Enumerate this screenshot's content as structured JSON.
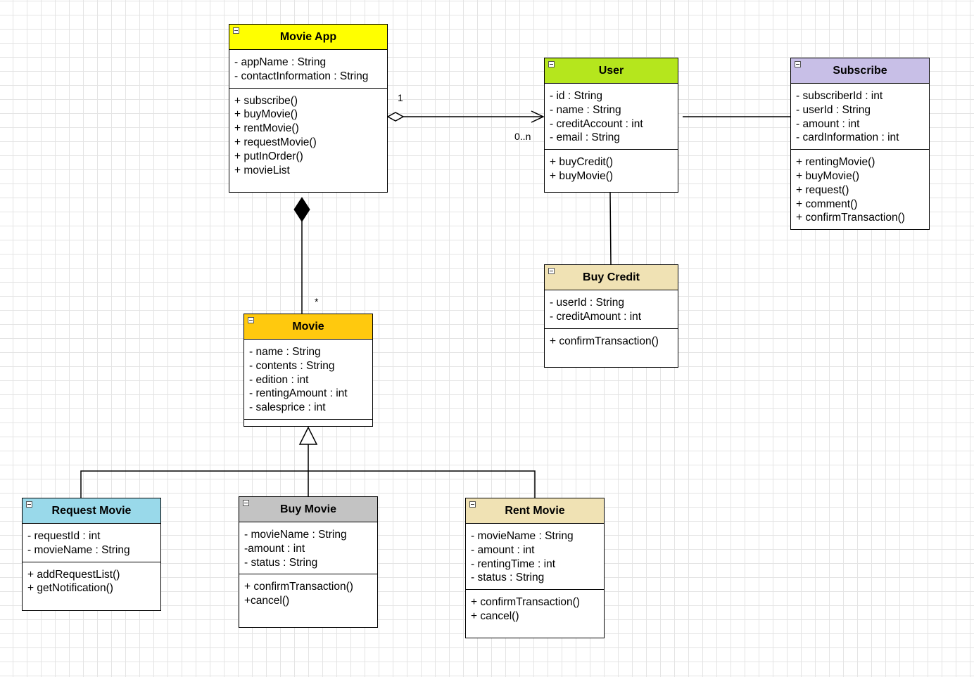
{
  "colors": {
    "grid": "#e4e4e4",
    "movie_app": "#ffff00",
    "user": "#b5e61d",
    "subscribe": "#c8bfe7",
    "buy_credit": "#f0e2b4",
    "movie": "#ffc90e",
    "request_movie": "#99d9ea",
    "buy_movie": "#c3c3c3",
    "rent_movie": "#f0e2b4"
  },
  "classes": {
    "movie_app": {
      "name": "Movie App",
      "attributes": [
        "- appName : String",
        "- contactInformation : String"
      ],
      "operations": [
        "+ subscribe()",
        "+ buyMovie()",
        "+ rentMovie()",
        "+ requestMovie()",
        "+ putInOrder()",
        "+ movieList"
      ]
    },
    "user": {
      "name": "User",
      "attributes": [
        "- id : String",
        "- name : String",
        "- creditAccount : int",
        "- email : String"
      ],
      "operations": [
        "+ buyCredit()",
        "+ buyMovie()"
      ]
    },
    "subscribe": {
      "name": "Subscribe",
      "attributes": [
        "- subscriberId : int",
        "- userId : String",
        "- amount : int",
        "- cardInformation : int"
      ],
      "operations": [
        "+ rentingMovie()",
        "+ buyMovie()",
        "+ request()",
        "+ comment()",
        "+ confirmTransaction()"
      ]
    },
    "buy_credit": {
      "name": "Buy Credit",
      "attributes": [
        "- userId : String",
        "- creditAmount : int"
      ],
      "operations": [
        "+ confirmTransaction()"
      ]
    },
    "movie": {
      "name": "Movie",
      "attributes": [
        "- name : String",
        "- contents : String",
        "- edition : int",
        "- rentingAmount : int",
        "- salesprice : int"
      ],
      "operations": []
    },
    "request_movie": {
      "name": "Request Movie",
      "attributes": [
        "- requestId : int",
        "- movieName : String"
      ],
      "operations": [
        "+ addRequestList()",
        "+ getNotification()"
      ]
    },
    "buy_movie": {
      "name": "Buy Movie",
      "attributes": [
        "- movieName : String",
        "-amount : int",
        "- status : String"
      ],
      "operations": [
        "+ confirmTransaction()",
        "+cancel()"
      ]
    },
    "rent_movie": {
      "name": "Rent Movie",
      "attributes": [
        "- movieName : String",
        "- amount : int",
        "- rentingTime : int",
        "- status : String"
      ],
      "operations": [
        "+ confirmTransaction()",
        "+ cancel()"
      ]
    }
  },
  "relationships": {
    "app_user_aggregation": {
      "type": "aggregation",
      "source_multiplicity": "1",
      "target_multiplicity": "0..n"
    },
    "app_movie_composition": {
      "type": "composition",
      "target_multiplicity": "*"
    },
    "user_subscribe_association": {
      "type": "association"
    },
    "user_buycredit_association": {
      "type": "association"
    },
    "movie_generalization": {
      "type": "generalization"
    }
  }
}
